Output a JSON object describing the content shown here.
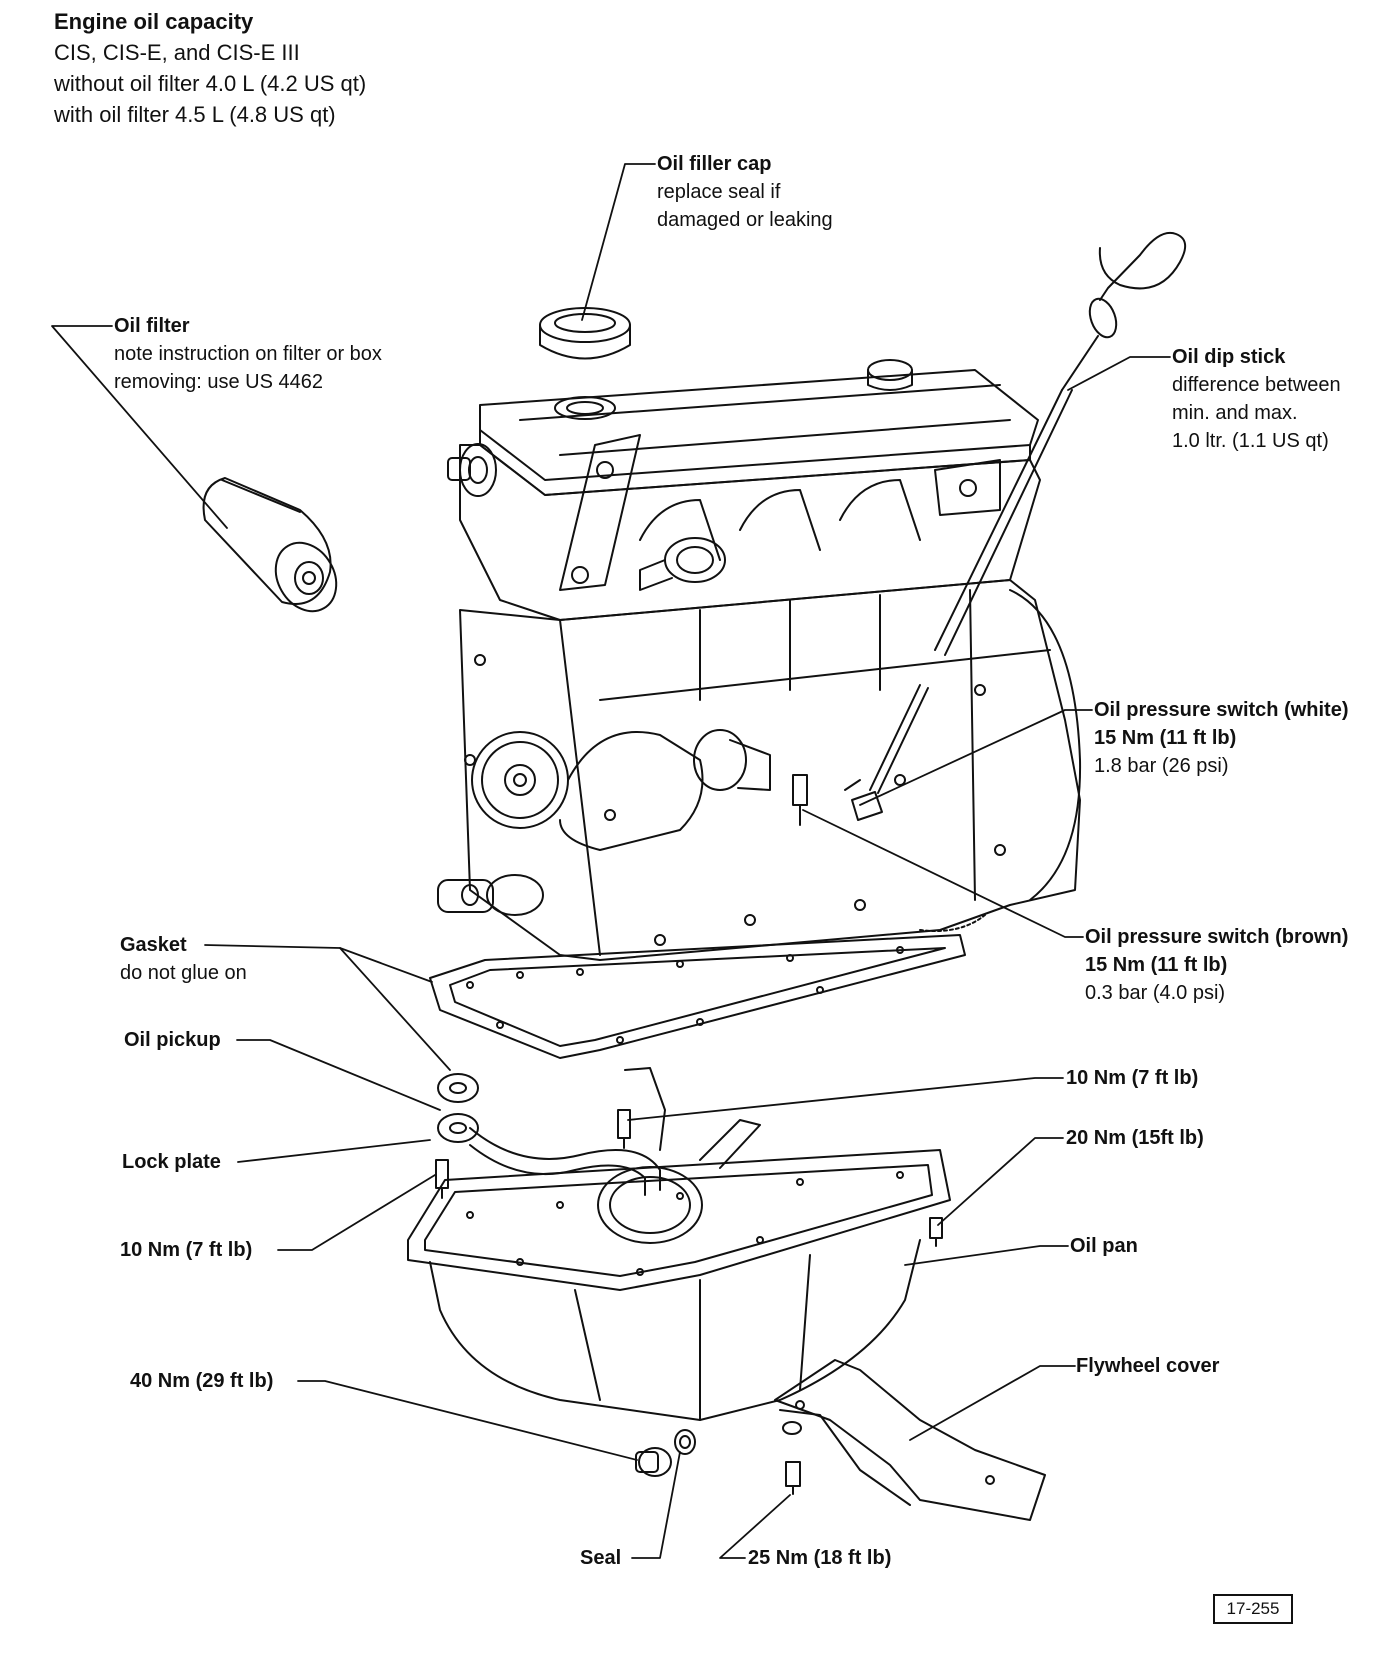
{
  "header": {
    "title": "Engine oil capacity",
    "lines": [
      "CIS, CIS-E, and CIS-E III",
      "without oil filter 4.0 L (4.2 US qt)",
      "with oil filter 4.5 L (4.8 US qt)"
    ]
  },
  "labels": {
    "oil_filler_cap": {
      "title": "Oil filler cap",
      "lines": [
        "replace seal if",
        "damaged or leaking"
      ]
    },
    "oil_filter": {
      "title": "Oil filter",
      "lines": [
        "note instruction on filter or box",
        "removing: use US 4462"
      ]
    },
    "oil_dip_stick": {
      "title": "Oil dip stick",
      "lines": [
        "difference between",
        "min. and max.",
        "1.0 ltr. (1.1 US qt)"
      ]
    },
    "oil_pressure_white": {
      "title": "Oil pressure switch (white)",
      "lines": [
        "15 Nm (11 ft lb)",
        "1.8 bar (26 psi)"
      ]
    },
    "oil_pressure_brown": {
      "title": "Oil pressure switch (brown)",
      "lines": [
        "15 Nm (11 ft lb)",
        "0.3 bar (4.0 psi)"
      ]
    },
    "gasket": {
      "title": "Gasket",
      "lines": [
        "do not glue on"
      ]
    },
    "oil_pickup": {
      "title": "Oil pickup"
    },
    "lock_plate": {
      "title": "Lock plate"
    },
    "torque_10_left": {
      "title": "10 Nm (7 ft lb)"
    },
    "torque_10_right": {
      "title": "10 Nm (7 ft lb)"
    },
    "torque_20": {
      "title": "20 Nm (15ft lb)"
    },
    "oil_pan": {
      "title": "Oil pan"
    },
    "torque_40": {
      "title": "40 Nm (29 ft lb)"
    },
    "flywheel_cover": {
      "title": "Flywheel cover"
    },
    "seal": {
      "title": "Seal"
    },
    "torque_25": {
      "title": "25 Nm (18 ft lb)"
    }
  },
  "figure_number": "17-255"
}
